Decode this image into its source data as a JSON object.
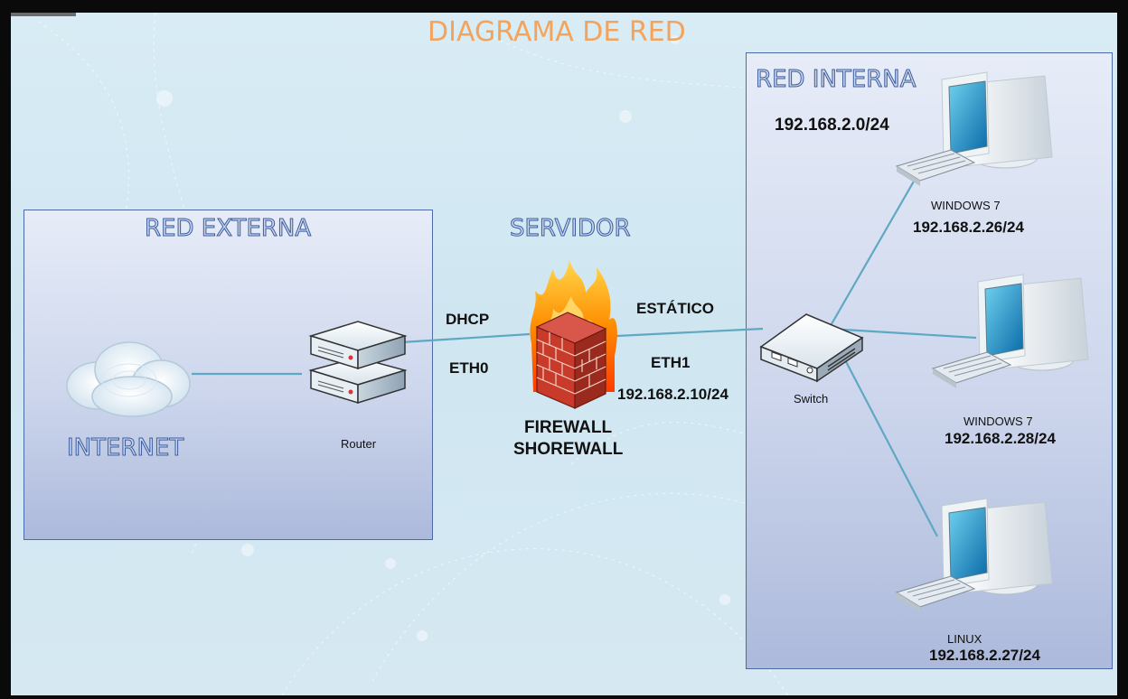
{
  "title": "DIAGRAMA DE RED",
  "zones": {
    "external": {
      "title": "RED EXTERNA"
    },
    "internal": {
      "title": "RED INTERNA",
      "subnet": "192.168.2.0/24"
    }
  },
  "server": {
    "title": "SERVIDOR",
    "line1": "FIREWALL",
    "line2": "SHOREWALL",
    "left_mode": "DHCP",
    "left_iface": "ETH0",
    "right_mode": "ESTÁTICO",
    "right_iface": "ETH1",
    "right_ip": "192.168.2.10/24"
  },
  "internet": {
    "label": "INTERNET"
  },
  "router": {
    "label": "Router"
  },
  "switch": {
    "label": "Switch"
  },
  "clients": [
    {
      "os": "WINDOWS 7",
      "ip": "192.168.2.26/24"
    },
    {
      "os": "WINDOWS 7",
      "ip": "192.168.2.28/24"
    },
    {
      "os": "LINUX",
      "ip": "192.168.2.27/24"
    }
  ],
  "colors": {
    "title_orange": "#f4a35c",
    "zone_border": "#4d6aa6",
    "link_line": "#5fa8c4",
    "frame": "#0a0a0a"
  }
}
